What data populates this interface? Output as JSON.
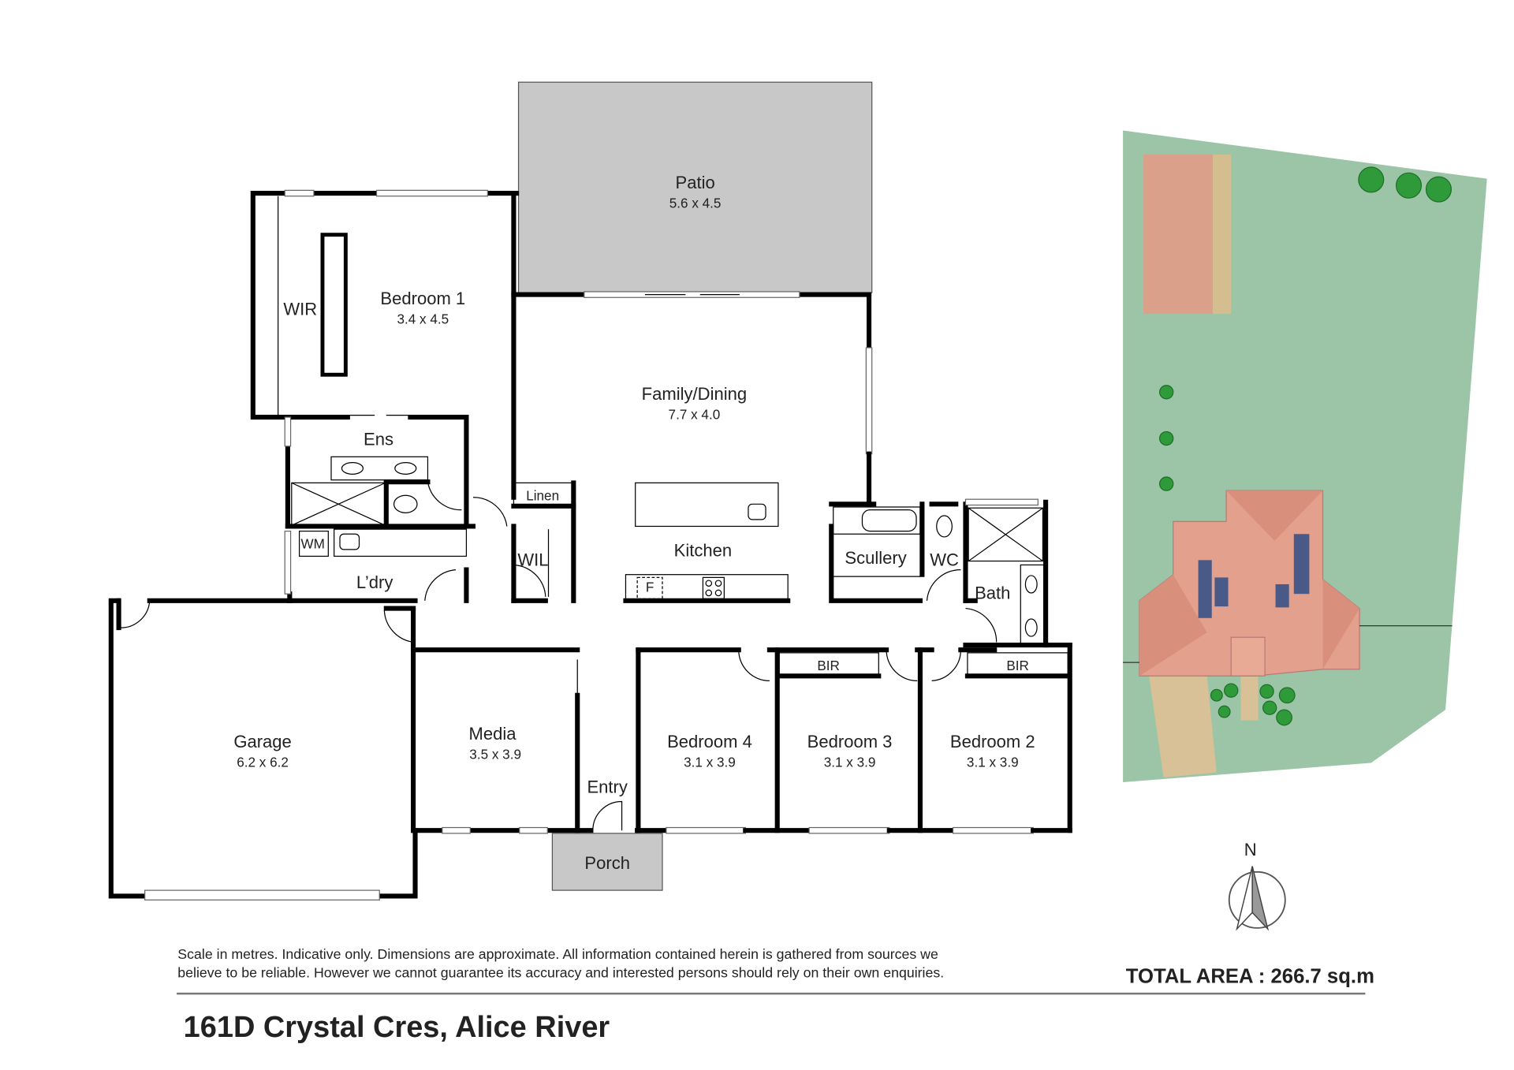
{
  "rooms": {
    "patio": {
      "name": "Patio",
      "dims": "5.6 x 4.5"
    },
    "bedroom1": {
      "name": "Bedroom 1",
      "dims": "3.4 x 4.5"
    },
    "wir": {
      "name": "WIR"
    },
    "ens": {
      "name": "Ens"
    },
    "wm": {
      "name": "WM"
    },
    "laundry": {
      "name": "L’dry"
    },
    "linen": {
      "name": "Linen"
    },
    "wil": {
      "name": "WIL"
    },
    "family": {
      "name": "Family/Dining",
      "dims": "7.7 x 4.0"
    },
    "kitchen": {
      "name": "Kitchen"
    },
    "fridge": {
      "name": "F"
    },
    "scullery": {
      "name": "Scullery"
    },
    "wc": {
      "name": "WC"
    },
    "bath": {
      "name": "Bath"
    },
    "garage": {
      "name": "Garage",
      "dims": "6.2 x 6.2"
    },
    "media": {
      "name": "Media",
      "dims": "3.5 x 3.9"
    },
    "entry": {
      "name": "Entry"
    },
    "porch": {
      "name": "Porch"
    },
    "bedroom4": {
      "name": "Bedroom 4",
      "dims": "3.1 x 3.9"
    },
    "bedroom3": {
      "name": "Bedroom 3",
      "dims": "3.1 x 3.9"
    },
    "bedroom2": {
      "name": "Bedroom 2",
      "dims": "3.1 x 3.9"
    },
    "bir3": {
      "name": "BIR"
    },
    "bir2": {
      "name": "BIR"
    }
  },
  "compass": {
    "label": "N"
  },
  "disclaimer": {
    "line1": "Scale in metres. Indicative only. Dimensions are approximate. All information contained herein is gathered from sources we",
    "line2": "believe to be reliable. However we cannot guarantee its accuracy and interested persons should rely on their own enquiries."
  },
  "total_area": "TOTAL AREA : 266.7 sq.m",
  "address": "161D Crystal Cres, Alice River",
  "colors": {
    "lawn": "#9cc5a7",
    "roof": "#e3a08c",
    "patio": "#c8c8c8",
    "path": "#d8c196"
  }
}
